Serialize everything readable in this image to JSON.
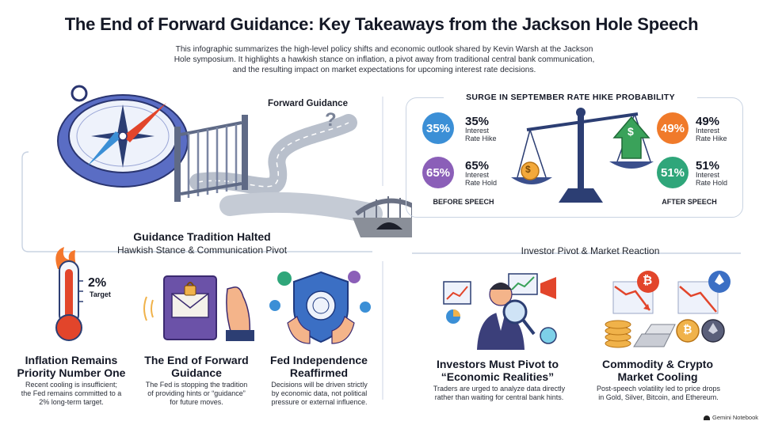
{
  "title": "The End of Forward Guidance: Key Takeaways from the Jackson Hole Speech",
  "intro": "This infographic summarizes the high-level policy shifts and economic outlook shared by Kevin Warsh at the Jackson Hole symposium. It highlights a hawkish stance on inflation, a pivot away from traditional central bank communication, and the resulting impact on market expectations for upcoming interest rate decisions.",
  "left_header": {
    "road_label": "Forward Guidance",
    "road_mark": "?",
    "title": "Guidance Tradition Halted",
    "subtitle": "Hawkish Stance & Communication Pivot"
  },
  "rate_panel": {
    "title": "SURGE IN SEPTEMBER RATE HIKE PROBABILITY",
    "before_label": "BEFORE SPEECH",
    "after_label": "AFTER SPEECH",
    "before": [
      {
        "circle": "35%",
        "value": "35%",
        "label": "Interest Rate Hike",
        "color": "#3b8fd6"
      },
      {
        "circle": "65%",
        "value": "65%",
        "label": "Interest Rate Hold",
        "color": "#8b5fb8"
      }
    ],
    "after": [
      {
        "circle": "49%",
        "value": "49%",
        "label": "Interest Rate Hike",
        "color": "#f07a2a"
      },
      {
        "circle": "51%",
        "value": "51%",
        "label": "Interest Rate Hold",
        "color": "#2fa67a"
      }
    ],
    "scale_symbol": "$"
  },
  "right_header": {
    "subtitle": "Investor Pivot & Market Reaction"
  },
  "cards": [
    {
      "title": "Inflation Remains Priority Number One",
      "desc": "Recent cooling is insufficient; the Fed remains committed to a 2% long-term target.",
      "icon_label_value": "2%",
      "icon_label": "Target"
    },
    {
      "title": "The End of Forward Guidance",
      "desc": "The Fed is stopping the tradition of providing hints or “guidance” for future moves."
    },
    {
      "title": "Fed Independence Reaffirmed",
      "desc": "Decisions will be driven strictly by economic data, not political pressure or external influence."
    },
    {
      "title": "Investors Must Pivot to “Economic Realities”",
      "desc": "Traders are urged to analyze data directly rather than waiting for central bank hints."
    },
    {
      "title": "Commodity & Crypto Market Cooling",
      "desc": "Post-speech volatility led to price drops in Gold, Silver, Bitcoin, and Ethereum."
    }
  ],
  "badge": "Gemini Notebook",
  "colors": {
    "blue": "#3b8fd6",
    "purple": "#8b5fb8",
    "orange": "#f07a2a",
    "green": "#2fa67a",
    "navy": "#2c3e73"
  }
}
